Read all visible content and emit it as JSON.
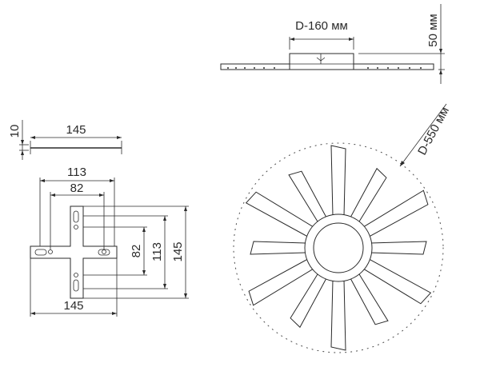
{
  "side_view": {
    "diameter_label": "D-160 мм",
    "height_label": "50 мм"
  },
  "top_view": {
    "diameter_label": "D-550 мм",
    "blade_count": 12
  },
  "bracket_side": {
    "width_label": "145",
    "thickness_label": "10"
  },
  "bracket_plan": {
    "outer_width_top": "113",
    "inner_width_top": "82",
    "bottom_width": "145",
    "inner_height": "82",
    "mid_height": "113",
    "outer_height": "145"
  }
}
